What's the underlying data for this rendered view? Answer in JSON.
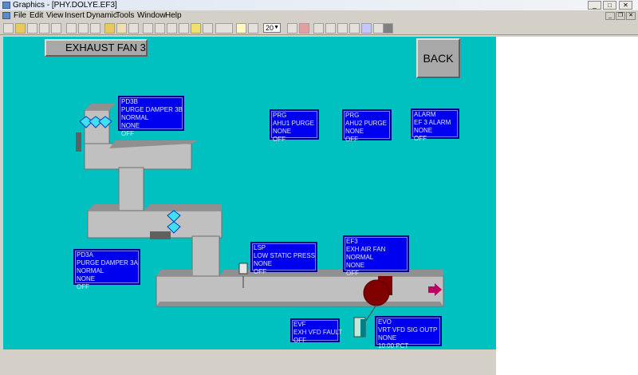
{
  "window": {
    "title": "Graphics - [PHY.DOLYE.EF3]"
  },
  "menu": [
    "File",
    "Edit",
    "View",
    "Insert",
    "Dynamic",
    "Tools",
    "Window",
    "Help"
  ],
  "toolbar": {
    "zoom_value": "20"
  },
  "graphic": {
    "header": "EXHAUST FAN 3",
    "back_label": "BACK",
    "points": [
      {
        "id": "pd3b",
        "lines": [
          "PD3B",
          "PURGE DAMPER 3B",
          "NORMAL",
          "NONE",
          "OFF"
        ]
      },
      {
        "id": "prg-ahu1",
        "lines": [
          "PRG",
          "AHU1 PURGE",
          "NONE",
          "OFF"
        ]
      },
      {
        "id": "prg-ahu2",
        "lines": [
          "PRG",
          "AHU2 PURGE",
          "NONE",
          "OFF"
        ]
      },
      {
        "id": "alarm",
        "lines": [
          "ALARM",
          "EF 3 ALARM",
          "NONE",
          "OFF"
        ]
      },
      {
        "id": "pd3a",
        "lines": [
          "PD3A",
          "PURGE DAMPER 3A",
          "NORMAL",
          "NONE",
          "OFF"
        ]
      },
      {
        "id": "lsp",
        "lines": [
          "LSP",
          "LOW STATIC PRESS",
          "NONE",
          "OFF"
        ]
      },
      {
        "id": "ef3",
        "lines": [
          "EF3",
          "EXH AIR FAN",
          "NORMAL",
          "NONE",
          "OFF"
        ]
      },
      {
        "id": "evf",
        "lines": [
          "EVF",
          "EXH VFD FAULT",
          "OFF"
        ]
      },
      {
        "id": "evo",
        "lines": [
          "EVO",
          "VRT VFD SIG OUTP",
          "NONE",
          "10.00 PCT"
        ]
      }
    ]
  },
  "colors": {
    "background": "#00c0c0",
    "point_box": "#0000f0",
    "duct": "#c0c0c0",
    "fan": "#800000"
  }
}
